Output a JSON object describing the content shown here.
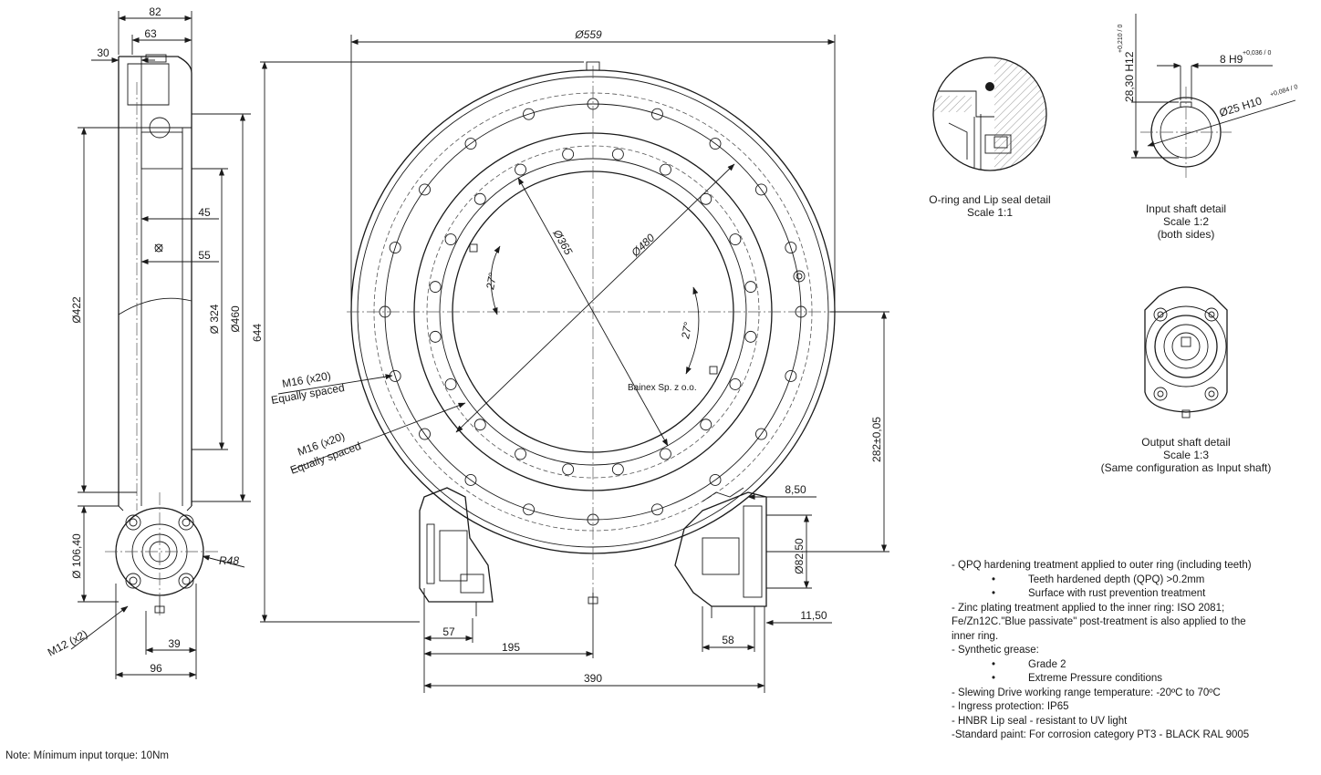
{
  "dimensions": {
    "d82": "82",
    "d63": "63",
    "d30": "30",
    "d45": "45",
    "d55": "55",
    "dia422": "Ø422",
    "dia324": "Ø 324",
    "dia460": "Ø460",
    "d644": "644",
    "dia106": "Ø 106,40",
    "r48": "R48",
    "m12": "M12 (x2)",
    "d39": "39",
    "d96": "96",
    "dia559": "Ø559",
    "dia365": "Ø365",
    "dia480": "Ø480",
    "a27a": "27°",
    "a27b": "27°",
    "m16a_1": "M16 (x20)",
    "m16a_2": "Equally spaced",
    "m16b_1": "M16 (x20)",
    "m16b_2": "Equally spaced",
    "d282": "282±0,05",
    "d8_50": "8,50",
    "dia82_50": "Ø82,50",
    "d11_50": "11,50",
    "d57": "57",
    "d195": "195",
    "d58": "58",
    "d390": "390",
    "h12": "28,30 H12",
    "h12_tol": "+0,210 / 0",
    "h9": "8 H9",
    "h9_tol": "+0,036 / 0",
    "dia25": "Ø25 H10",
    "dia25_tol": "+0,084 / 0",
    "watermark": "Bainex Sp. z o.o."
  },
  "captions": {
    "oring_1": "O-ring and Lip seal detail",
    "oring_2": "Scale 1:1",
    "input_1": "Input shaft detail",
    "input_2": "Scale 1:2",
    "input_3": "(both sides)",
    "output_1": "Output shaft detail",
    "output_2": "Scale 1:3",
    "output_3": "(Same configuration as Input shaft)"
  },
  "notes": {
    "n1": "- QPQ hardening treatment applied to outer ring (including teeth)",
    "n2": "Teeth hardened depth (QPQ) >0.2mm",
    "n3": "Surface with rust prevention treatment",
    "n4": "- Zinc plating treatment applied to the inner ring: ISO 2081;",
    "n5": "Fe/Zn12C.\"Blue passivate\" post-treatment is also applied to the",
    "n6": "inner ring.",
    "n7": "- Synthetic grease:",
    "n8": "Grade 2",
    "n9": "Extreme Pressure conditions",
    "n10": "- Slewing Drive working range temperature: -20ºC to 70ºC",
    "n11": "- Ingress protection: IP65",
    "n12": "- HNBR Lip seal - resistant to UV light",
    "n13": "-Standard paint: For corrosion category PT3 - BLACK RAL 9005",
    "bullet": "•"
  },
  "footnote": "Note: Mínimum input torque: 10Nm"
}
